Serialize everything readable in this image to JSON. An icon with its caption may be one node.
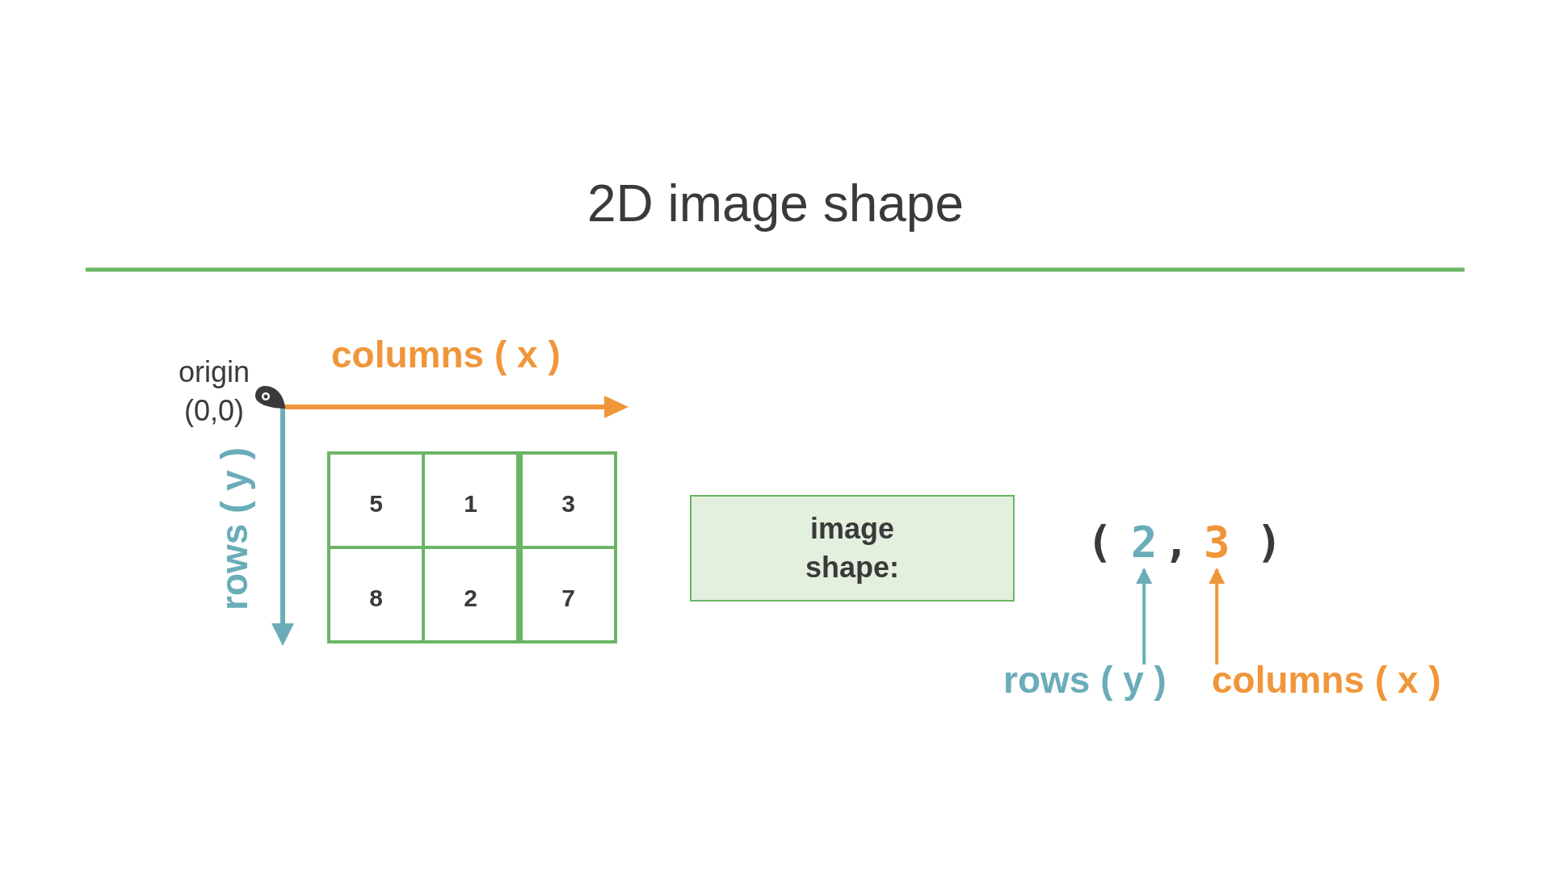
{
  "diagram": {
    "title": "2D image shape",
    "nodes": [
      {
        "text": [
          "image shape:"
        ]
      },
      {
        "text": [
          "2"
        ]
      },
      {
        "text": [
          "3"
        ]
      },
      {
        "text": [
          "rows ( y )"
        ]
      },
      {
        "text": [
          "columns ( x )"
        ]
      }
    ],
    "edges": [
      {
        "from": 3,
        "to": 1,
        "arrow": "to",
        "color": "#6aadb8"
      },
      {
        "from": 4,
        "to": 2,
        "arrow": "to",
        "color": "#f0963a"
      }
    ],
    "labels": [
      "origin",
      "(0,0)",
      "columns ( x )",
      "rows ( y )",
      "5",
      "1",
      "3",
      "8",
      "2",
      "7",
      "(",
      ",",
      ")"
    ]
  }
}
